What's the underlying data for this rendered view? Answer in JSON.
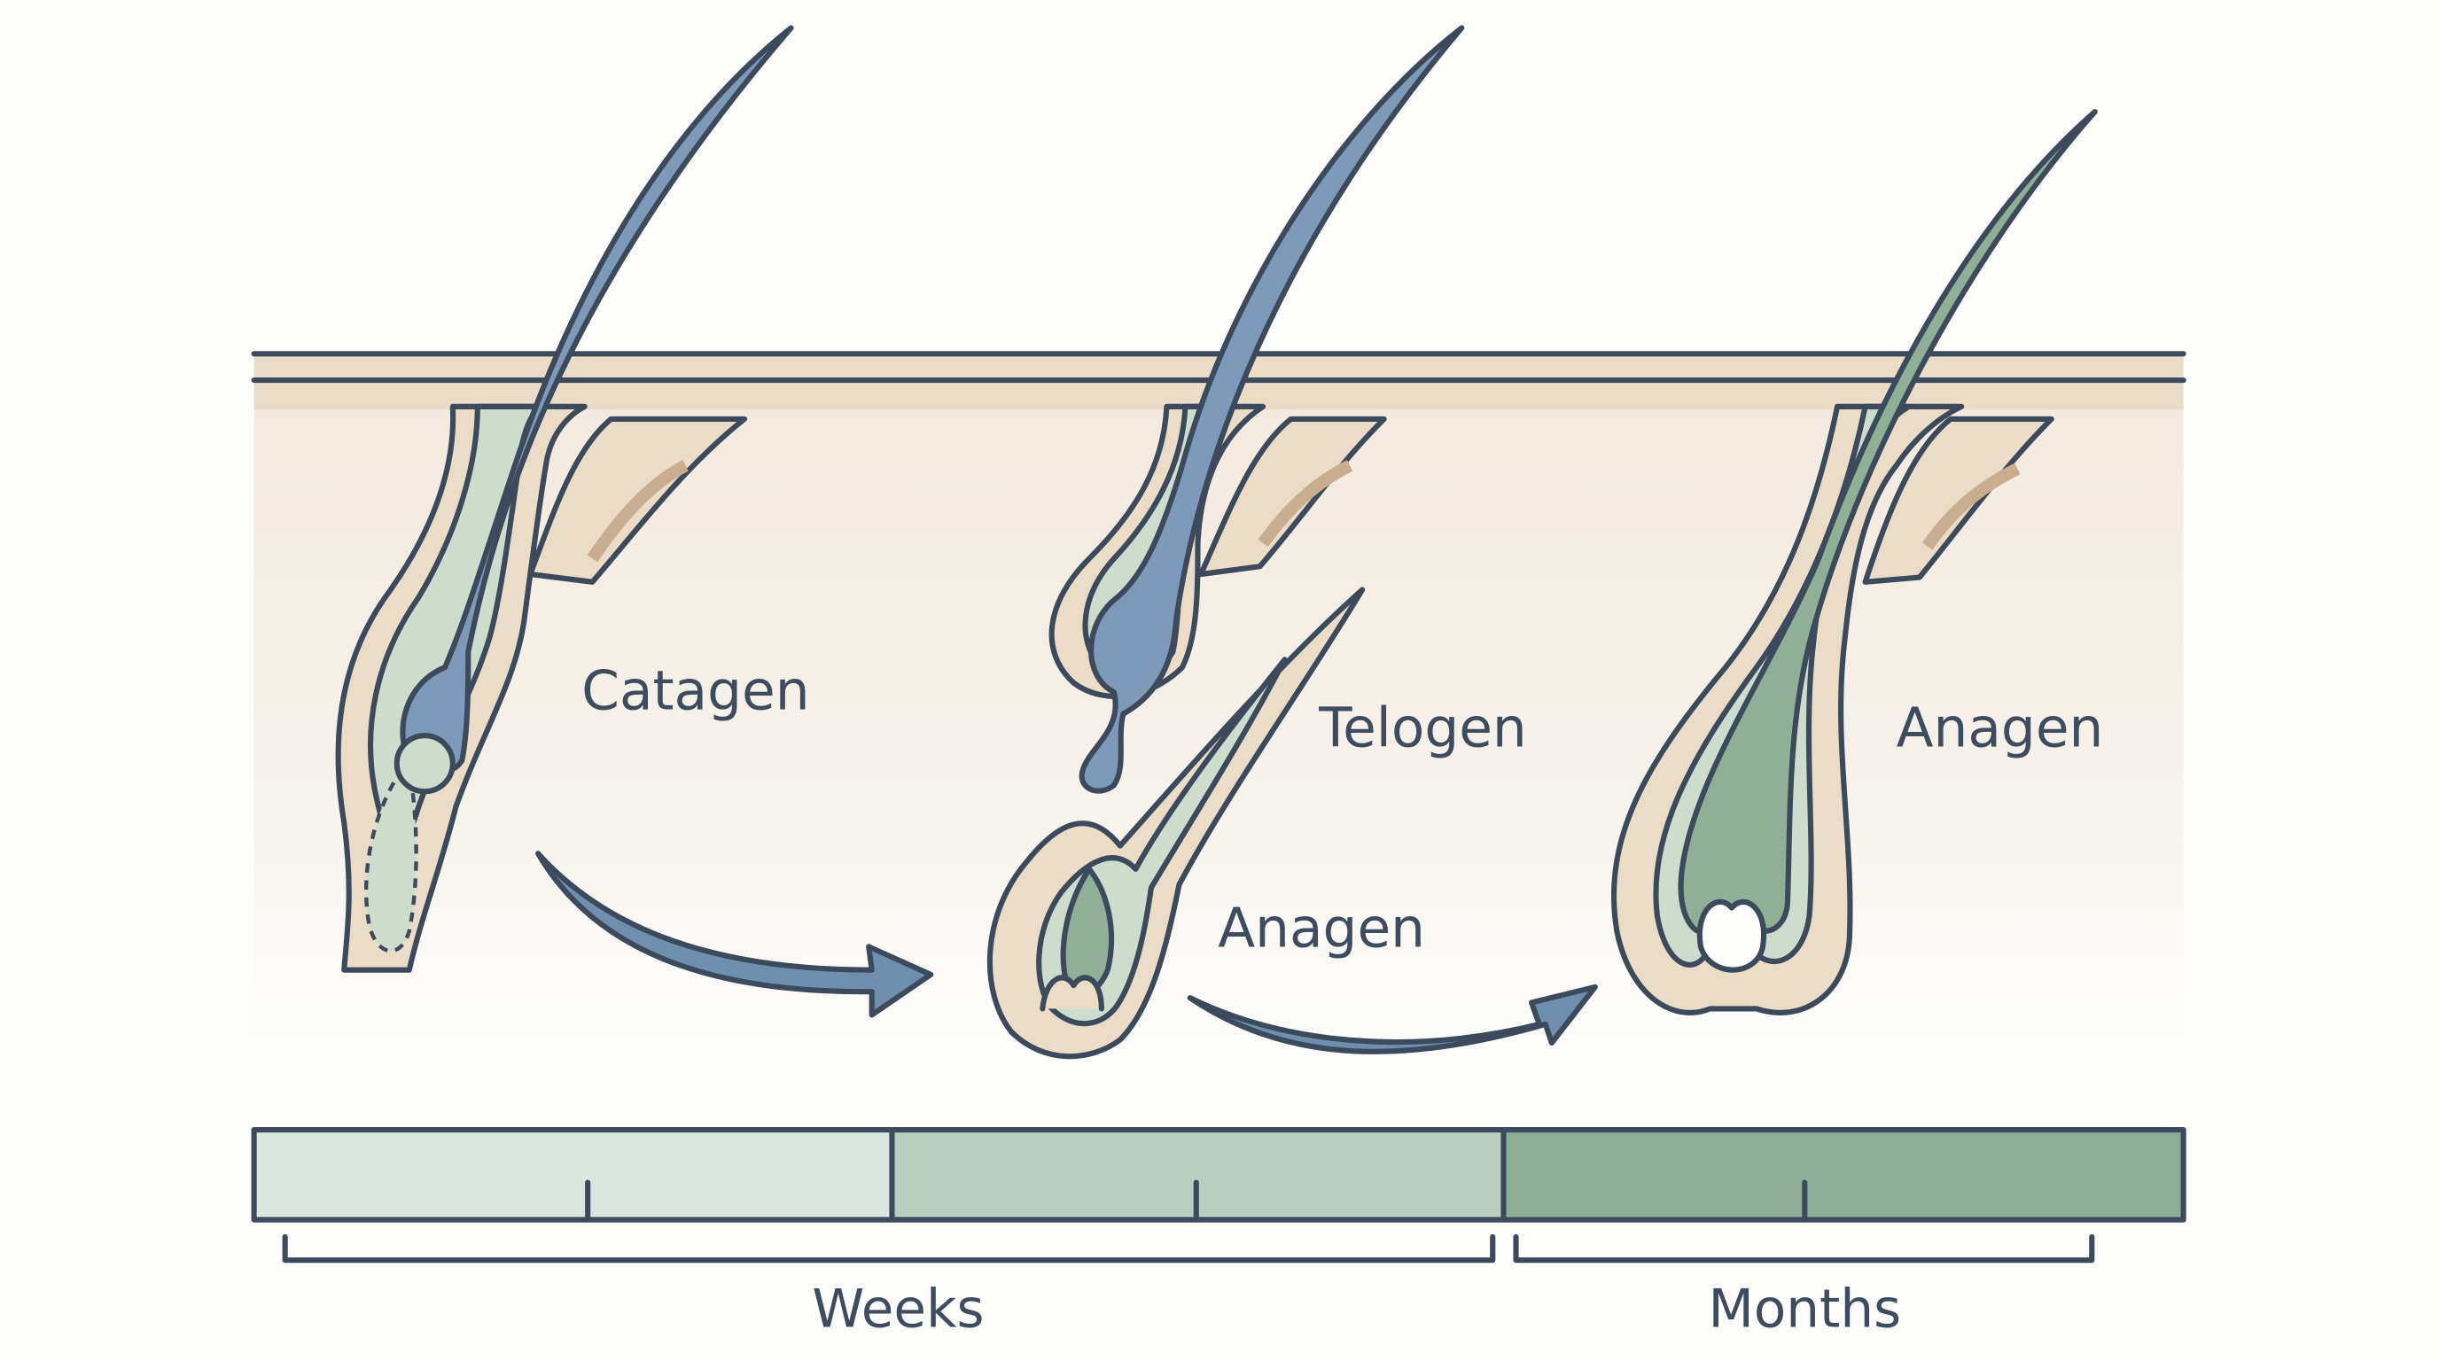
{
  "labels": {
    "catagen": "Catagen",
    "telogen": "Telogen",
    "anagen_early": "Anagen",
    "anagen_full": "Anagen"
  },
  "timeline": {
    "weeks_label": "Weeks",
    "months_label": "Months"
  },
  "colors": {
    "skin_band": "#ebdcc7",
    "skin_gradient_top": "#f4ece1",
    "hair_catagen_telogen": "#7d9bb8",
    "hair_anagen": "#8fb097",
    "sheath_inner": "#cddccd",
    "outline": "#3c4a5c",
    "bar_light": "#dbe6df",
    "bar_mid": "#b9cfc2",
    "bar_dark": "#8fae99"
  },
  "icons": {
    "arrow_catagen_to_telogen": "curved-arrow-icon",
    "arrow_telogen_to_anagen": "curved-arrow-icon"
  }
}
